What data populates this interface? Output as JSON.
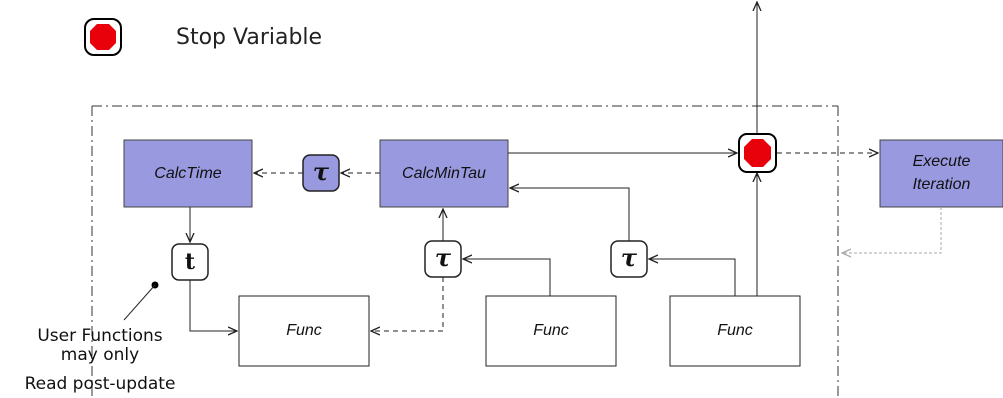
{
  "legend": {
    "label": "Stop Variable",
    "icon": "stop-sign-icon",
    "stop_color": "#e8000b"
  },
  "nodes": {
    "calc_time": "CalcTime",
    "calc_min_tau": "CalcMinTau",
    "execute_iteration_line1": "Execute",
    "execute_iteration_line2": "Iteration",
    "func_left": "Func",
    "func_middle": "Func",
    "func_right": "Func"
  },
  "tokens": {
    "tau_symbol": "τ",
    "t_symbol": "t"
  },
  "note": {
    "line1": "User Functions",
    "line2": "may only",
    "line3": "Read post-update"
  },
  "colors": {
    "accent_box_fill": "#9999e0",
    "accent_box_border": "#444444",
    "line": "#222222",
    "grey_link": "#aaaaaa"
  }
}
